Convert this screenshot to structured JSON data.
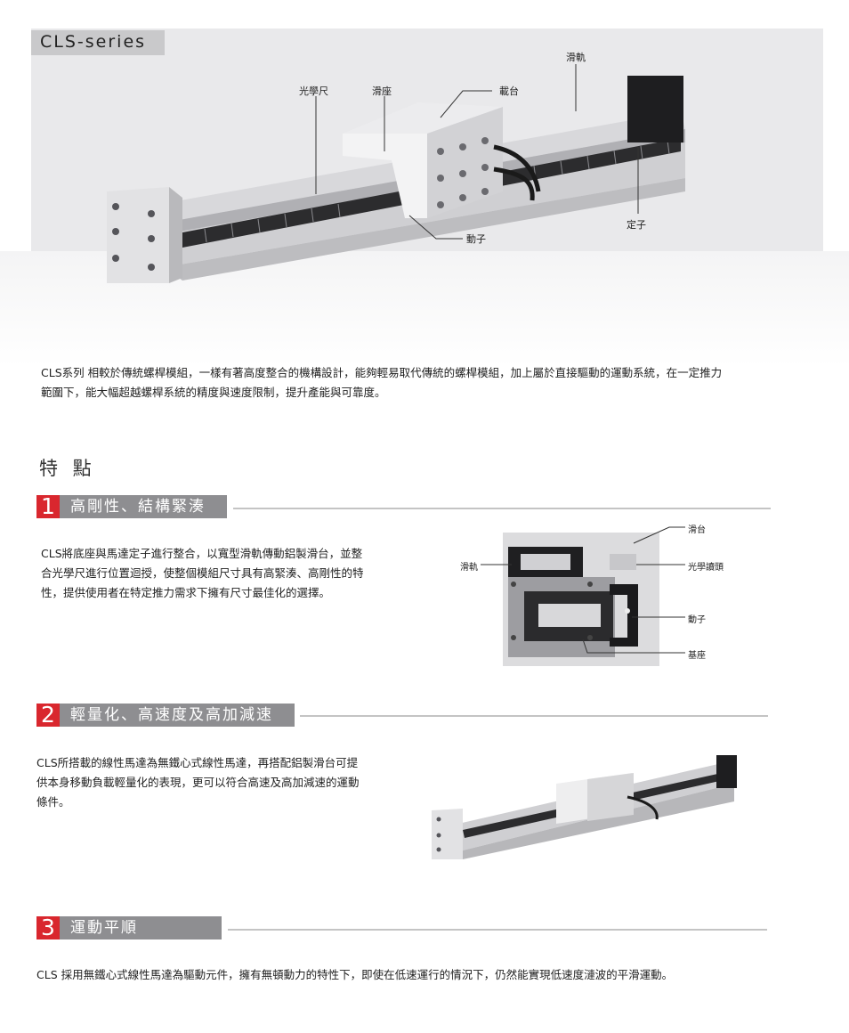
{
  "hero": {
    "series_title": "CLS-series",
    "callouts": {
      "optical_scale": "光學尺",
      "slider": "滑座",
      "carriage": "載台",
      "rail": "滑軌",
      "stator": "定子",
      "mover": "動子"
    }
  },
  "intro": {
    "line1": "CLS系列 相較於傳統螺桿模組，一樣有著高度整合的機構設計，能夠輕易取代傳統的螺桿模組，加上屬於直接驅動的運動系統，在一定推力",
    "line2": "範圍下，能大幅超越螺桿系統的精度與速度限制，提升產能與可靠度。"
  },
  "features": {
    "title": "特 點",
    "items": [
      {
        "number": "1",
        "label": "高剛性、結構緊湊",
        "lines": [
          "CLS將底座與馬達定子進行整合，以寬型滑軌傳動鋁製滑台，並整",
          "合光學尺進行位置迴授，使整個模組尺寸具有高緊湊、高剛性的特",
          "性，提供使用者在特定推力需求下擁有尺寸最佳化的選擇。"
        ]
      },
      {
        "number": "2",
        "label": "輕量化、高速度及高加減速",
        "lines": [
          "CLS所搭載的線性馬達為無鐵心式線性馬達，再搭配鋁製滑台可提",
          "供本身移動負載輕量化的表現，更可以符合高速及高加減速的運動",
          "條件。"
        ]
      },
      {
        "number": "3",
        "label": "運動平順",
        "lines": [
          "CLS 採用無鐵心式線性馬達為驅動元件，擁有無頓動力的特性下，即使在低速運行的情況下，仍然能實現低速度漣波的平滑運動。"
        ]
      }
    ]
  },
  "cross_section": {
    "labels": {
      "slide_table": "滑台",
      "rail": "滑軌",
      "optical_head": "光學讀頭",
      "mover": "動子",
      "base": "基座"
    }
  },
  "colors": {
    "accent_red": "#d9272e",
    "label_gray": "#8e8e91",
    "hero_bg": "#e9e9eb"
  }
}
